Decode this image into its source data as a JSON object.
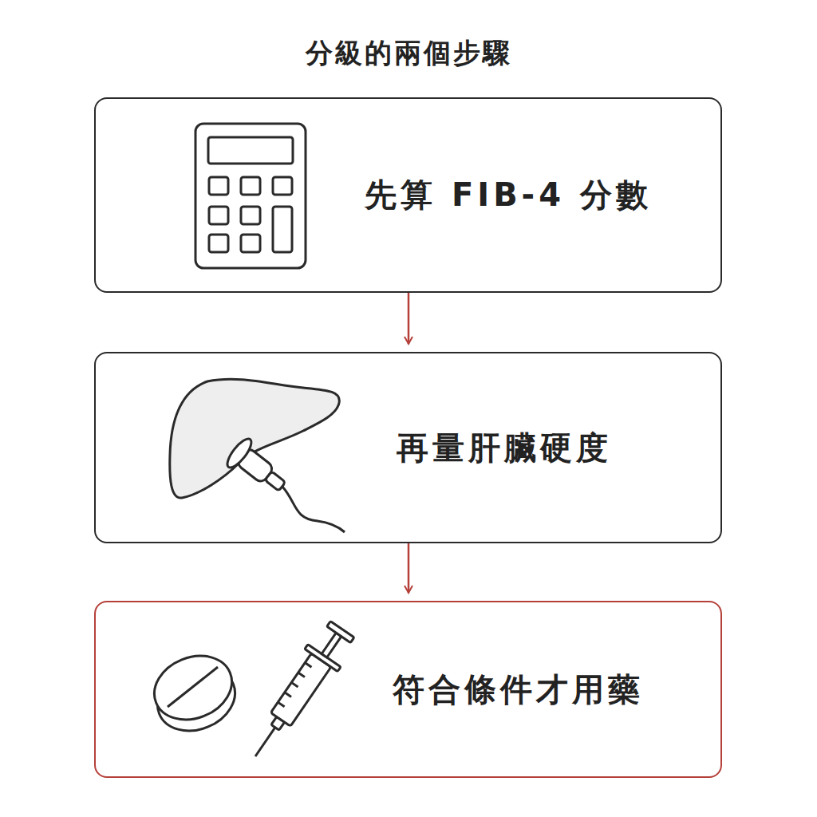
{
  "diagram": {
    "title": "分級的兩個步驟",
    "nodes": [
      {
        "text": [
          "先算 FIB-4 分數"
        ]
      },
      {
        "text": [
          "再量肝臟硬度"
        ]
      },
      {
        "text": [
          "符合條件才用藥"
        ]
      }
    ],
    "edges": [
      {
        "from": 0,
        "to": 1,
        "arrow": "to"
      },
      {
        "from": 1,
        "to": 2,
        "arrow": "to"
      }
    ]
  }
}
